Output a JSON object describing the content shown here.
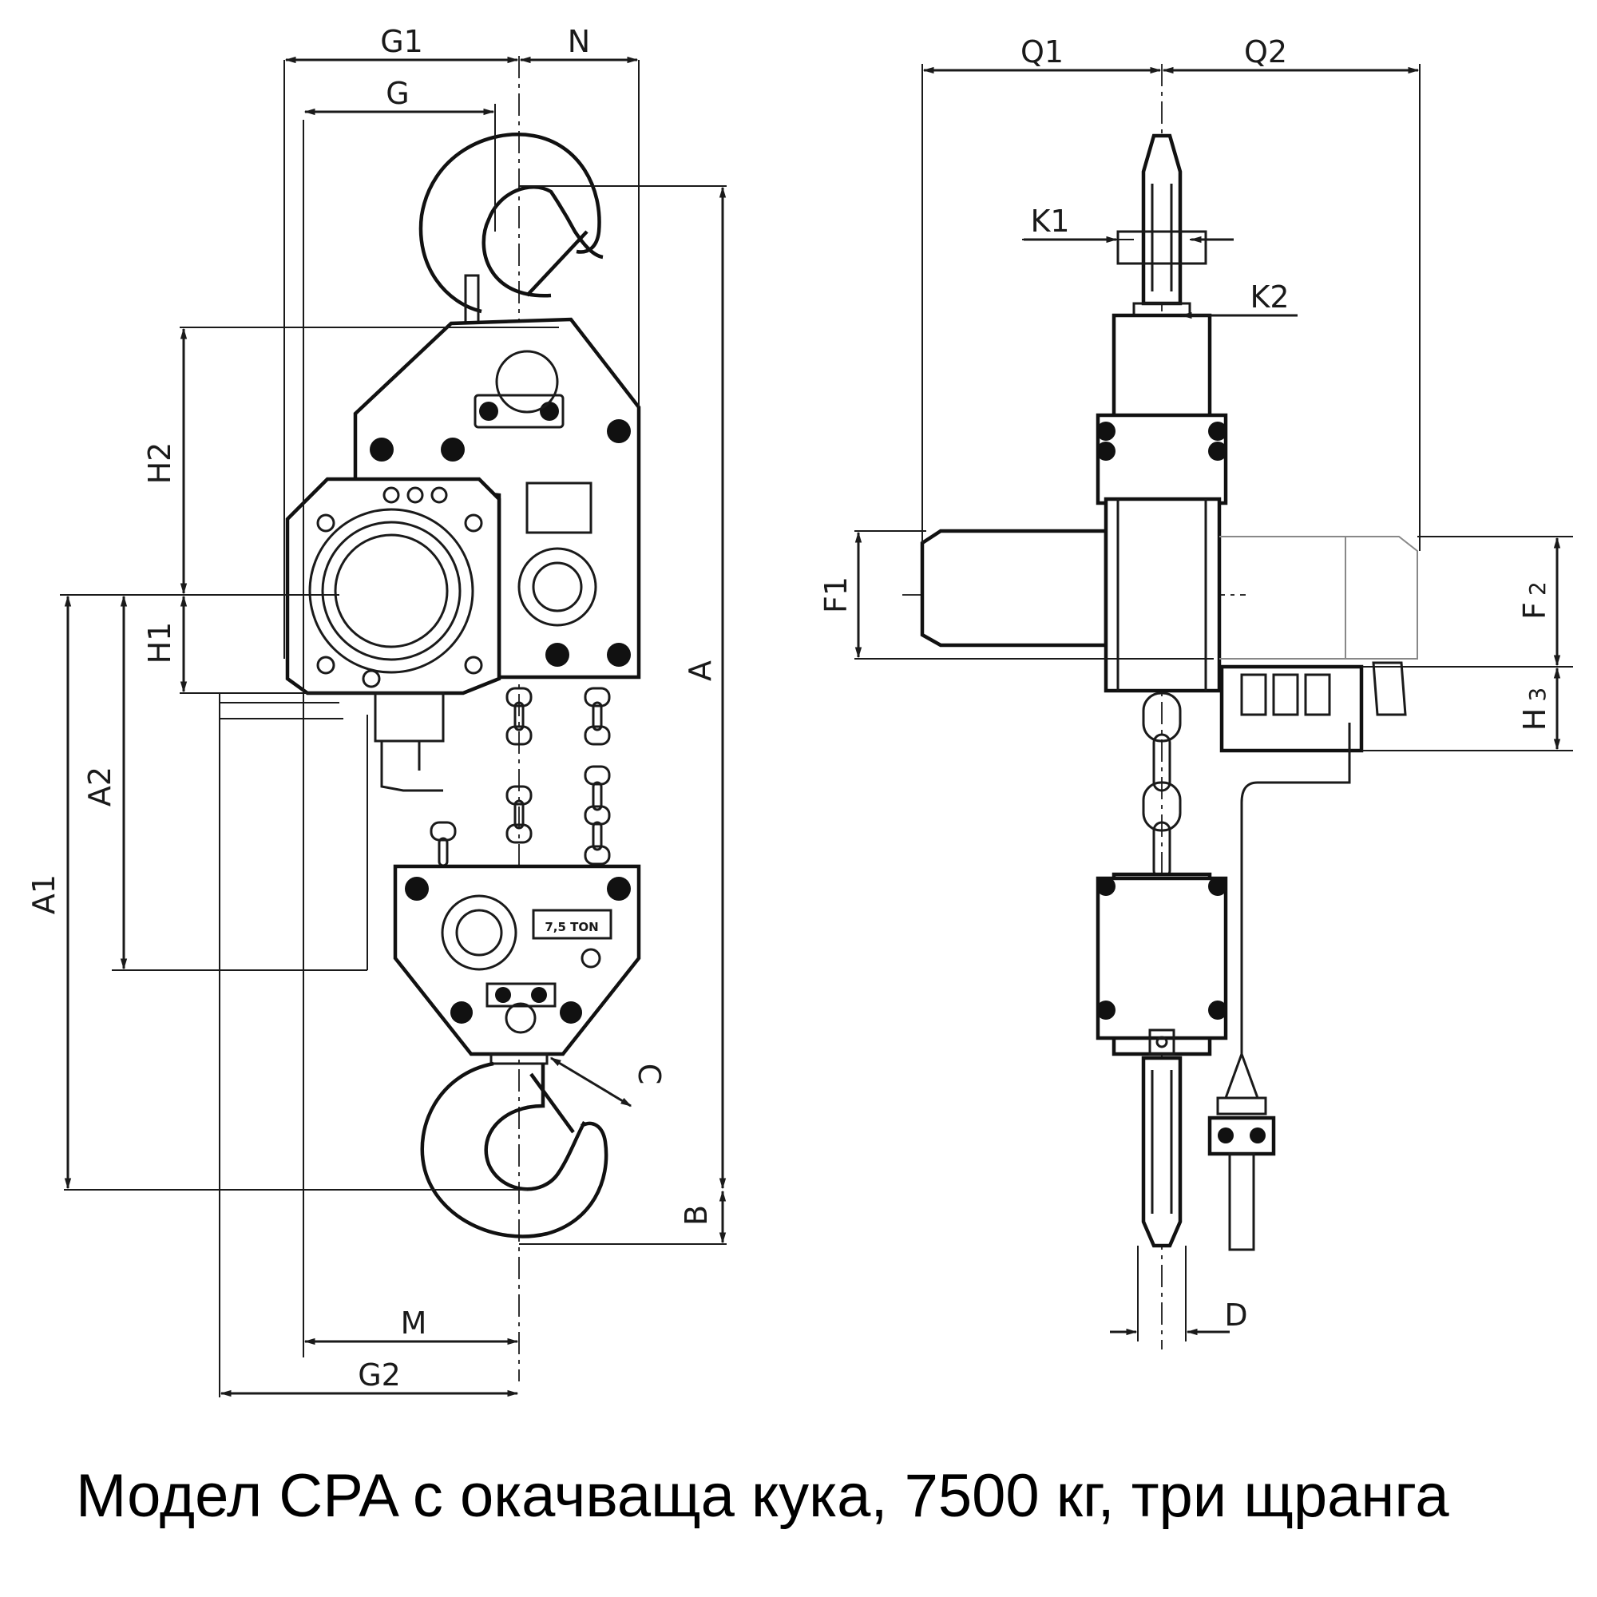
{
  "caption": "Модел CPA с окачваща кука, 7500 кг, три щранга",
  "load_plate": "7,5 TON",
  "front_view": {
    "labels": {
      "G1": "G1",
      "N": "N",
      "G": "G",
      "A": "A",
      "H2": "H2",
      "H1": "H1",
      "A1": "A1",
      "A2": "A2",
      "B": "B",
      "C": "C",
      "M": "M",
      "G2": "G2"
    }
  },
  "side_view": {
    "labels": {
      "Q1": "Q1",
      "Q2": "Q2",
      "K1": "K1",
      "K2": "K2",
      "F1": "F1",
      "F2": "F",
      "F2_sub": "2",
      "H3": "H",
      "H3_sub": "3",
      "D": "D"
    }
  }
}
